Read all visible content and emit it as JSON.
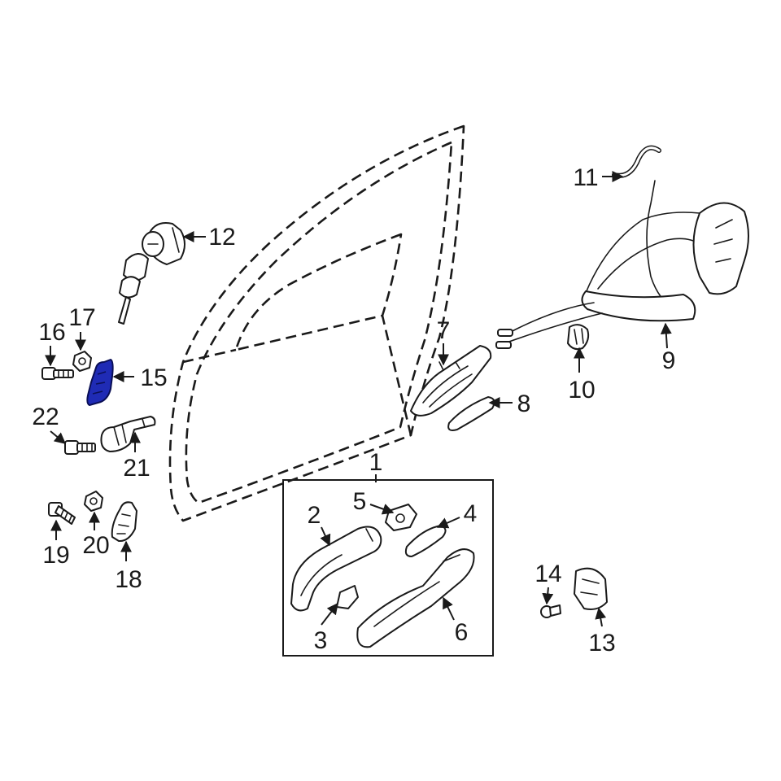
{
  "highlight_color": "#1f2bb5",
  "line_color": "#1a1a1a",
  "background_color": "#ffffff",
  "highlighted_part": "15",
  "callouts": {
    "c1": "1",
    "c2": "2",
    "c3": "3",
    "c4": "4",
    "c5": "5",
    "c6": "6",
    "c7": "7",
    "c8": "8",
    "c9": "9",
    "c10": "10",
    "c11": "11",
    "c12": "12",
    "c13": "13",
    "c14": "14",
    "c15": "15",
    "c16": "16",
    "c17": "17",
    "c18": "18",
    "c19": "19",
    "c20": "20",
    "c21": "21",
    "c22": "22"
  }
}
